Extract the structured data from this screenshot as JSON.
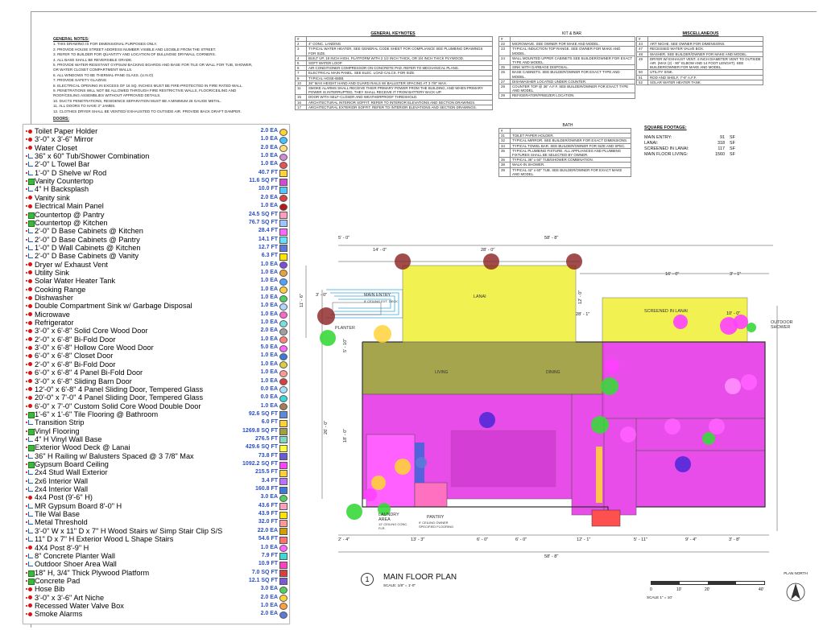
{
  "general_notes": {
    "title": "GENERAL NOTES:",
    "items": [
      "1. THIS DRAWING IS FOR DIMENSIONAL PURPOSES ONLY.",
      "2. PROVIDE HOUSE STREET ADDRESS NUMBER VISIBLE AND LEGIBLE FROM THE STREET.",
      "3. REFER TO BUILDER FOR QUANTITY AND LOCATION OF BULLNOSE DRYWALL CORNERS.",
      "4. ALL BASE SHALL BE REVERSIBLE GRADE.",
      "5. PROVIDE WATER-RESISTANT GYPSUM BACKING BOARDS AND BASE FOR TILE OR WALL FOR TUB, SHOWER,",
      "OR WATER CLOSET COMPARTMENT WALLS.",
      "6. ALL WINDOWS TO BE THERMAL-PANE GLASS. (U.N.O)",
      "7. PROVIDE SAFETY GLAZING",
      "8. ELECTRICAL OPENING IN EXCESS OF 16 SQ. INCHES MUST BE FIRE-PROTECTED IN FIRE RATED WALL.",
      "9. PENETRATIONS WILL NOT BE ALLOWED THROUGH FIRE RESTRICTIVE WALLS, FLOOR/CEILING AND",
      "ROOF/CEILING ASSEMBLIES WITHOUT APPROVED DETAILS.",
      "10. DUCTS PENETRATIONS, RESIDENCE SEPARATION MUST BE A MINIMUM 26 GAUGE METAL.",
      "11. ALL DOORS TO HAVE 3\" JAMBS.",
      "12. CLOTHES DRYER SHALL BE VENTED/ EXHAUSTED TO OUTSIDE AIR. PROVIDE BACK DRAFT DAMPER."
    ],
    "doors_title": "DOORS:"
  },
  "general_keynotes": {
    "title": "GENERAL KEYNOTES",
    "header_num": "#",
    "rows": [
      [
        "2",
        "4\" CONC. LANDING"
      ],
      [
        "3",
        "TYPICAL WATER HEATER, SEE GENERAL CODE SHEET FOR COMPLIANCE SEE PLUMBING DRAWINGS FOR SIZE."
      ],
      [
        "4",
        "BUILT UP, 18 INCH HIGH, PLATFORM WITH 2 1/2 INCH THICK, OR 3/4 INCH THICK PLYWOOD."
      ],
      [
        "5",
        "SOFT WATER LOOP"
      ],
      [
        "6",
        "AIR CONDITIONER COMPRESSOR ON CONCRETE PAD. REFER TO MECHANICAL PLANS."
      ],
      [
        "7",
        "ELECTRICAL MAIN PANEL. SEE ELEC. LOAD CALCS. FOR SIZE."
      ],
      [
        "9",
        "TYPICAL HOSE-BIBB."
      ],
      [
        "10",
        "36\" MAX HEIGHT HAND AND GUARD RAILS W/ BALUSTER SPACING AT 3 7/8\" MAX."
      ],
      [
        "11",
        "SMOKE ALARMS SHALL RECEIVE THEIR PRIMARY POWER FROM THE BUILDING, AND WHEN PRIMARY POWER IS INTERRUPTED, THEY SHALL RECEIVE IT FROM BATTERY BACK-UP."
      ],
      [
        "15",
        "DOOR WITH SELF-CLOSER AND WEATHERPROOF THRESHOLD."
      ],
      [
        "16",
        "ARCHITECTURAL INTERIOR SOFFIT. REFER TO INTERIOR ELEVATIONS AND SECTION DRAWINGS."
      ],
      [
        "17",
        "ARCHITECTURAL EXTERIOR SOFFIT. REFER TO INTERIOR ELEVATIONS AND SECTION DRAWINGS."
      ]
    ]
  },
  "kit_bar": {
    "title": "KIT & BAR",
    "header_num": "#",
    "rows": [
      [
        "22",
        "MICROWAVE. SEE OWNER FOR MAKE AND MODEL."
      ],
      [
        "23",
        "TYPICAL INDUCTION TOP RANGE. SEE OWNER FOR MAKE AND MODEL."
      ],
      [
        "24",
        "WALL MOUNTED UPPER CABINETS SEE BUILDER/OWNER FOR EXACT TYPE AND MODEL."
      ],
      [
        "25",
        "SINK WITH GARBAGE DISPOSAL."
      ],
      [
        "26",
        "BASE CABINETS. SEE BUILDER/OWNER FOR EXACT TYPE AND MODEL."
      ],
      [
        "27",
        "DISHWASHER LOCATED UNDER COUNTER."
      ],
      [
        "28",
        "COUNTER TOP @ 36\" A.F.F. SEE BUILDER/OWNER FOR EXACT TYPE AND MODEL."
      ],
      [
        "29",
        "REFIGERATOR/FREEZER LOCATION."
      ]
    ]
  },
  "bath": {
    "title": "BATH",
    "header_num": "#",
    "rows": [
      [
        "31",
        "TOILET PAPER HOLDER."
      ],
      [
        "32",
        "TYPICAL MIRROR. SEE BUILDER/OWNER FOR EXACT DIMENSIONS."
      ],
      [
        "34",
        "TYPICAL TOWEL BAR. SEE BUILDER/OWNER FOR SIZE AND SPEC."
      ],
      [
        "35",
        "TYPICAL PLUMBING FIXTURE. ALL APPLIANCES AND PLUMBING FIXTURES SHALL BE SELECTED BY OWNER."
      ],
      [
        "36",
        "TYPICAL 36\" x 60\" TUB/SHOWER COMBINATION."
      ],
      [
        "38",
        "WALK-IN SHOWER."
      ],
      [
        "39",
        "TYPICAL 42\" x 60\" TUB. SEE BUILDER/OWNER FOR EXACT MAKE AND MODEL."
      ]
    ]
  },
  "misc": {
    "title": "MISCELLANEOUS",
    "header_num": "#",
    "rows": [
      [
        "44",
        "ART NICHE. SEE OWNER FOR DIMENSIONS."
      ],
      [
        "47",
        "RECESSED WATER VALVE BOX."
      ],
      [
        "48",
        "WASHER. SEE BUILDER/OWNER FOR MAKE AND MODEL."
      ],
      [
        "49",
        "DRYER W/ EXHAUST VENT. 4 INCH DIAMETER VENT TO OUTSIDE AIR. (MAX (2) - 90° ELBOW AND 14 FOOT LENGHT). SEE BUILDER/OWNER FOR MAKE AND MODEL."
      ],
      [
        "50",
        "UTILITY SINK."
      ],
      [
        "51",
        "ROD AND SHELF, 7'-6\" A.F.F."
      ],
      [
        "52",
        "SOLAR WATER HEATER TANK."
      ]
    ]
  },
  "square_footage": {
    "title": "SQUARE FOOTAGE:",
    "rows": [
      {
        "label": "MAIN ENTRY:",
        "value": "91",
        "unit": "SF"
      },
      {
        "label": "LANAI:",
        "value": "318",
        "unit": "SF"
      },
      {
        "label": "SCREENED IN LANAI:",
        "value": "117",
        "unit": "SF"
      },
      {
        "label": "MAIN FLOOR LIVING:",
        "value": "1560",
        "unit": "SF"
      }
    ]
  },
  "takeoff_legend": {
    "items": [
      {
        "icon": "dot",
        "name": "Toilet Paper Holder",
        "qty": "2.0 EA",
        "color": "#ffd23a",
        "shape": "circle"
      },
      {
        "icon": "dot",
        "name": "3'-0\" x 3'-6\" Mirror",
        "qty": "1.0 EA",
        "color": "#3ec4ff",
        "shape": "circle"
      },
      {
        "icon": "dot",
        "name": "Water Closet",
        "qty": "2.0 EA",
        "color": "#ffe07a",
        "shape": "circle"
      },
      {
        "icon": "lin",
        "name": "36\" x 60\" Tub/Shower Combination",
        "qty": "1.0 EA",
        "color": "#d18bd6",
        "shape": "circle"
      },
      {
        "icon": "lin",
        "name": "2'-0\" L Towel Bar",
        "qty": "1.0 EA",
        "color": "#e25555",
        "shape": "circle"
      },
      {
        "icon": "lin",
        "name": "1'-0\" D Shelve w/ Rod",
        "qty": "40.7 FT",
        "color": "#ffd23a",
        "shape": "rect"
      },
      {
        "icon": "area",
        "name": "Vanity Countertop",
        "qty": "11.6 SQ FT",
        "color": "#d54ad5",
        "shape": "rect"
      },
      {
        "icon": "lin",
        "name": "4\" H Backsplash",
        "qty": "10.0 FT",
        "color": "#55c6ff",
        "shape": "rect"
      },
      {
        "icon": "dot",
        "name": "Vanity sink",
        "qty": "2.0 EA",
        "color": "#e04040",
        "shape": "circle"
      },
      {
        "icon": "dot",
        "name": "Electrical Main Panel",
        "qty": "1.0 EA",
        "color": "#b51a1a",
        "shape": "circle"
      },
      {
        "icon": "area",
        "name": "Countertop @ Pantry",
        "qty": "24.5 SQ FT",
        "color": "#ff9fbf",
        "shape": "rect"
      },
      {
        "icon": "area",
        "name": "Countertop @ Kitchen",
        "qty": "76.7 SQ FT",
        "color": "#9fc5ff",
        "shape": "rect"
      },
      {
        "icon": "lin",
        "name": "2'-0\" D Base Cabinets @ Kitchen",
        "qty": "28.4 FT",
        "color": "#ff66ff",
        "shape": "rect"
      },
      {
        "icon": "lin",
        "name": "2'-0\" D Base Cabinets @ Pantry",
        "qty": "14.1 FT",
        "color": "#66e0ff",
        "shape": "rect"
      },
      {
        "icon": "lin",
        "name": "1'-0\" D Wall Cabinets @ Kitchen",
        "qty": "12.7 FT",
        "color": "#5a7bd8",
        "shape": "rect"
      },
      {
        "icon": "lin",
        "name": "2'-0\" D Base Cabinets @ Vanity",
        "qty": "6.3 FT",
        "color": "#ffe600",
        "shape": "rect"
      },
      {
        "icon": "dot",
        "name": "Dryer w/ Exhaust Vent",
        "qty": "1.0 EA",
        "color": "#7b4fd8",
        "shape": "circle"
      },
      {
        "icon": "dot",
        "name": "Utility Sink",
        "qty": "1.0 EA",
        "color": "#e8a33a",
        "shape": "circle"
      },
      {
        "icon": "dot",
        "name": "Solar Water Heater Tank",
        "qty": "1.0 EA",
        "color": "#4fa3ff",
        "shape": "circle"
      },
      {
        "icon": "dot",
        "name": "Cooking Range",
        "qty": "1.0 EA",
        "color": "#ffd23a",
        "shape": "circle"
      },
      {
        "icon": "dot",
        "name": "Dishwasher",
        "qty": "1.0 EA",
        "color": "#50d060",
        "shape": "circle"
      },
      {
        "icon": "dot",
        "name": "Double Compartment Sink w/ Garbage Disposal",
        "qty": "1.0 EA",
        "color": "#b3d6ff",
        "shape": "circle"
      },
      {
        "icon": "dot",
        "name": "Microwave",
        "qty": "1.0 EA",
        "color": "#ff66cc",
        "shape": "circle"
      },
      {
        "icon": "dot",
        "name": "Refrigerator",
        "qty": "1.0 EA",
        "color": "#7adfe0",
        "shape": "circle"
      },
      {
        "icon": "dot",
        "name": "3'-0\" x 6'-8\" Solid Core Wood Door",
        "qty": "2.0 EA",
        "color": "#a0a0a0",
        "shape": "circle"
      },
      {
        "icon": "dot",
        "name": "2'-0\" x 6'-8\" Bi-Fold Door",
        "qty": "1.0 EA",
        "color": "#ff8080",
        "shape": "circle"
      },
      {
        "icon": "dot",
        "name": "3'-0\" x 6'-8\" Hollow Core Wood Door",
        "qty": "5.0 EA",
        "color": "#ff66ff",
        "shape": "circle"
      },
      {
        "icon": "dot",
        "name": "6'-0\" x 6'-8\" Closet Door",
        "qty": "1.0 EA",
        "color": "#3a7ad8",
        "shape": "circle"
      },
      {
        "icon": "dot",
        "name": "2'-0\" x 6'-8\" Bi-Fold Door",
        "qty": "1.0 EA",
        "color": "#d8d040",
        "shape": "circle"
      },
      {
        "icon": "dot",
        "name": "6'-0\" x 6'-8\" 4 Panel Bi-Fold Door",
        "qty": "1.0 EA",
        "color": "#ff9999",
        "shape": "circle"
      },
      {
        "icon": "dot",
        "name": "3'-0\" x 6'-8\" Sliding Barn Door",
        "qty": "1.0 EA",
        "color": "#d84040",
        "shape": "circle"
      },
      {
        "icon": "dot",
        "name": "12'-0\" x 6'-8\" 4 Panel Sliding Door, Tempered Glass",
        "qty": "0.0 EA",
        "color": "#a8e0ff",
        "shape": "circle"
      },
      {
        "icon": "dot",
        "name": "20'-0\" x 7'-0\" 4 Panel Sliding Door, Tempered Glass",
        "qty": "0.0 EA",
        "color": "#3ad8d8",
        "shape": "circle"
      },
      {
        "icon": "dot",
        "name": "6'-0\" x 7'-0\" Custom Solid Core Wood Double Door",
        "qty": "1.0 EA",
        "color": "#a67c52",
        "shape": "circle"
      },
      {
        "icon": "area",
        "name": "1'-6\" x 1'-6\" Tile Flooring @ Bathroom",
        "qty": "92.6 SQ FT",
        "color": "#5a8ad8",
        "shape": "rect"
      },
      {
        "icon": "lin",
        "name": "Transition Strip",
        "qty": "6.0 FT",
        "color": "#ffd23a",
        "shape": "rect"
      },
      {
        "icon": "area",
        "name": "Vinyl Flooring",
        "qty": "1269.8 SQ FT",
        "color": "#a0a040",
        "shape": "rect"
      },
      {
        "icon": "lin",
        "name": "4\" H Vinyl Wall Base",
        "qty": "276.5 FT",
        "color": "#7fd8c0",
        "shape": "rect"
      },
      {
        "icon": "area",
        "name": "Exterior Wood Deck @ Lanai",
        "qty": "429.6 SQ FT",
        "color": "#ffff40",
        "shape": "rect"
      },
      {
        "icon": "lin",
        "name": "36\" H Railing w/ Balusters Spaced @ 3 7/8\" Max",
        "qty": "73.8 FT",
        "color": "#6a5ad8",
        "shape": "rect"
      },
      {
        "icon": "area",
        "name": "Gypsum Board Ceiling",
        "qty": "1092.2 SQ FT",
        "color": "#ff40ff",
        "shape": "rect"
      },
      {
        "icon": "lin",
        "name": "2x4 Stud Wall Exterior",
        "qty": "215.5 FT",
        "color": "#ffd23a",
        "shape": "rect"
      },
      {
        "icon": "lin",
        "name": "2x6 Interior Wall",
        "qty": "3.4 FT",
        "color": "#c070ff",
        "shape": "rect"
      },
      {
        "icon": "lin",
        "name": "2x4 Interior Wall",
        "qty": "160.8 FT",
        "color": "#3a7ad8",
        "shape": "rect"
      },
      {
        "icon": "dot",
        "name": "4x4 Post (9'-6\" H)",
        "qty": "3.0 EA",
        "color": "#50d060",
        "shape": "circle"
      },
      {
        "icon": "lin",
        "name": "MR Gypsum Board 8'-0\" H",
        "qty": "43.6 FT",
        "color": "#ff9fbf",
        "shape": "rect"
      },
      {
        "icon": "lin",
        "name": "Tile Wal Base",
        "qty": "43.9 FT",
        "color": "#ffe600",
        "shape": "rect"
      },
      {
        "icon": "lin",
        "name": "Metal Threshold",
        "qty": "32.0 FT",
        "color": "#ff9999",
        "shape": "rect"
      },
      {
        "icon": "lin",
        "name": "3'-0\" W x 11\" D x 7\" H Wood Stairs w/ Simp Stair Clip S/S",
        "qty": "22.0 EA",
        "color": "#d0a000",
        "shape": "rect"
      },
      {
        "icon": "lin",
        "name": "11\" D x 7\" H Exterior Wood L Shape Stairs",
        "qty": "54.6 FT",
        "color": "#ff7070",
        "shape": "rect"
      },
      {
        "icon": "dot",
        "name": "4X4 Post 8'-9\" H",
        "qty": "1.0 EA",
        "color": "#ff66ff",
        "shape": "circle"
      },
      {
        "icon": "lin",
        "name": "8\" Concrete Planter Wall",
        "qty": "7.9 FT",
        "color": "#3ed8d8",
        "shape": "rect"
      },
      {
        "icon": "lin",
        "name": "Outdoor Shoer Area Wall",
        "qty": "10.9 FT",
        "color": "#ff40c0",
        "shape": "rect"
      },
      {
        "icon": "area",
        "name": "18\" H, 3/4\" Thick Plywood Platform",
        "qty": "7.0 SQ FT",
        "color": "#d84040",
        "shape": "rect"
      },
      {
        "icon": "area",
        "name": "Concrete Pad",
        "qty": "12.1 SQ FT",
        "color": "#7a5ad8",
        "shape": "rect"
      },
      {
        "icon": "dot",
        "name": "Hose Bib",
        "qty": "3.0 EA",
        "color": "#50d060",
        "shape": "circle"
      },
      {
        "icon": "dot",
        "name": "3'-0\" x 3'-6\" Art Niche",
        "qty": "2.0 EA",
        "color": "#ffd23a",
        "shape": "circle"
      },
      {
        "icon": "dot",
        "name": "Recessed Water Valve Box",
        "qty": "1.0 EA",
        "color": "#ff9f40",
        "shape": "circle"
      },
      {
        "icon": "dot",
        "name": "Smoke Alarms",
        "qty": "2.0 EA",
        "color": "#5a7bd8",
        "shape": "circle"
      }
    ]
  },
  "plan": {
    "title": "MAIN FLOOR PLAN",
    "number": "1",
    "scale_label": "SCALE:  1/8\" = 1'-0\"",
    "rooms": {
      "lanai": "LANAI",
      "main_entry": "MAIN ENTRY",
      "planter": "PLANTER",
      "screened_lanai": "SCREENED IN LANAI",
      "outdoor_shower": "OUTDOOR SHOWER",
      "living": "LIVING",
      "dining": "DINING",
      "laundry": "LAUNDRY AREA",
      "pantry": "PANTRY",
      "pantry_sub": "9' CEILING OWNER SPECIFIED FLOORING",
      "laundry_sub": "12' CEILING CONC. FLR."
    },
    "dims": {
      "top_overall": "58' - 8\"",
      "top_a": "5' - 0\"",
      "top_b": "14' - 0\"",
      "top_c": "28' - 0\"",
      "right_a": "16' - 0\"",
      "right_b": "3' - 1\"",
      "left_a": "11' - 6\"",
      "left_b": "5' - 10\"",
      "left_c": "26' - 0\"",
      "left_d": "18' - 0\"",
      "mid_a": "12' - 0\"",
      "mid_b": "28' - 1\"",
      "mid_c": "10' - 0\"",
      "bot_a": "2' - 4\"",
      "bot_b": "13' - 3\"",
      "bot_c": "6' - 0\"",
      "bot_d": "6' - 0\"",
      "bot_e": "12' - 1\"",
      "bot_f": "5' - 11\"",
      "bot_g": "9' - 4\"",
      "bot_h": "3' - 8\"",
      "bot_overall": "58' - 8\"",
      "stair_a": "3' - 0\"",
      "ceil": "8' CEILING EXT. DECK"
    }
  },
  "scale_bar": {
    "ticks": [
      "0",
      "10'",
      "20'",
      "40'"
    ],
    "label": "SCALE 1\" = 10'"
  },
  "north": {
    "label": "PLAN NORTH"
  }
}
